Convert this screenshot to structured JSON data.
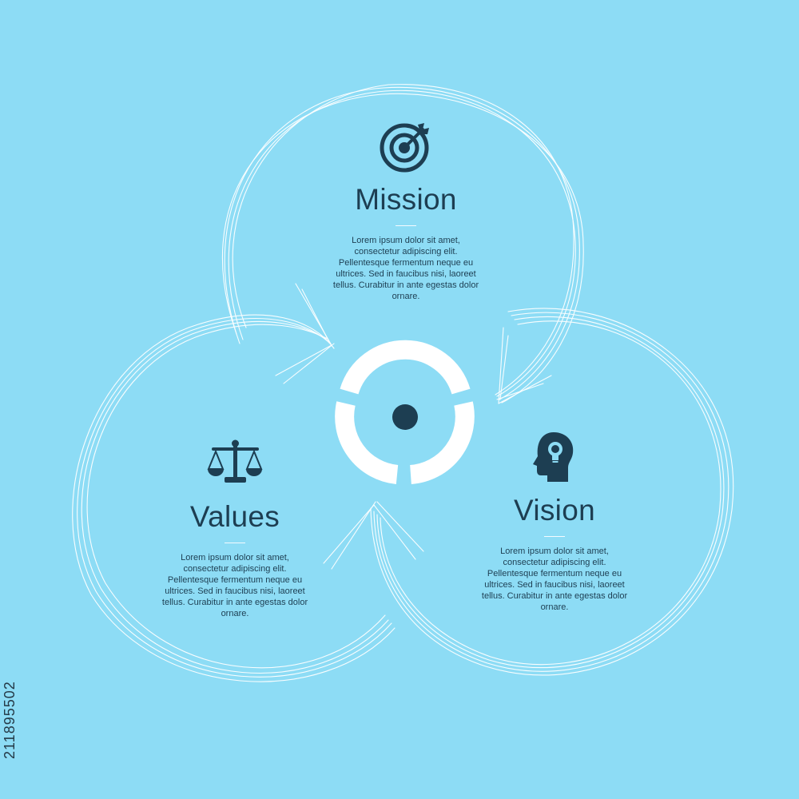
{
  "colors": {
    "background": "#8ddcf5",
    "ink": "#1d3e52",
    "sketch": "#ffffff"
  },
  "sections": {
    "mission": {
      "icon": "target-arrow-icon",
      "title": "Mission",
      "body": "Lorem ipsum dolor sit amet, consectetur adipiscing elit. Pellentesque fermentum neque eu ultrices. Sed in faucibus nisi, laoreet tellus. Curabitur in ante egestas dolor ornare."
    },
    "values": {
      "icon": "balance-scale-icon",
      "title": "Values",
      "body": "Lorem ipsum dolor sit amet, consectetur adipiscing elit. Pellentesque fermentum neque eu ultrices. Sed in faucibus nisi, laoreet tellus. Curabitur in ante egestas dolor ornare."
    },
    "vision": {
      "icon": "head-lightbulb-icon",
      "title": "Vision",
      "body": "Lorem ipsum dolor sit amet, consectetur adipiscing elit. Pellentesque fermentum neque eu ultrices. Sed in faucibus nisi, laoreet tellus. Curabitur in ante egestas dolor ornare."
    }
  },
  "center": {
    "icon": "segmented-ring-icon"
  },
  "watermark": {
    "id_text": "211895502"
  }
}
